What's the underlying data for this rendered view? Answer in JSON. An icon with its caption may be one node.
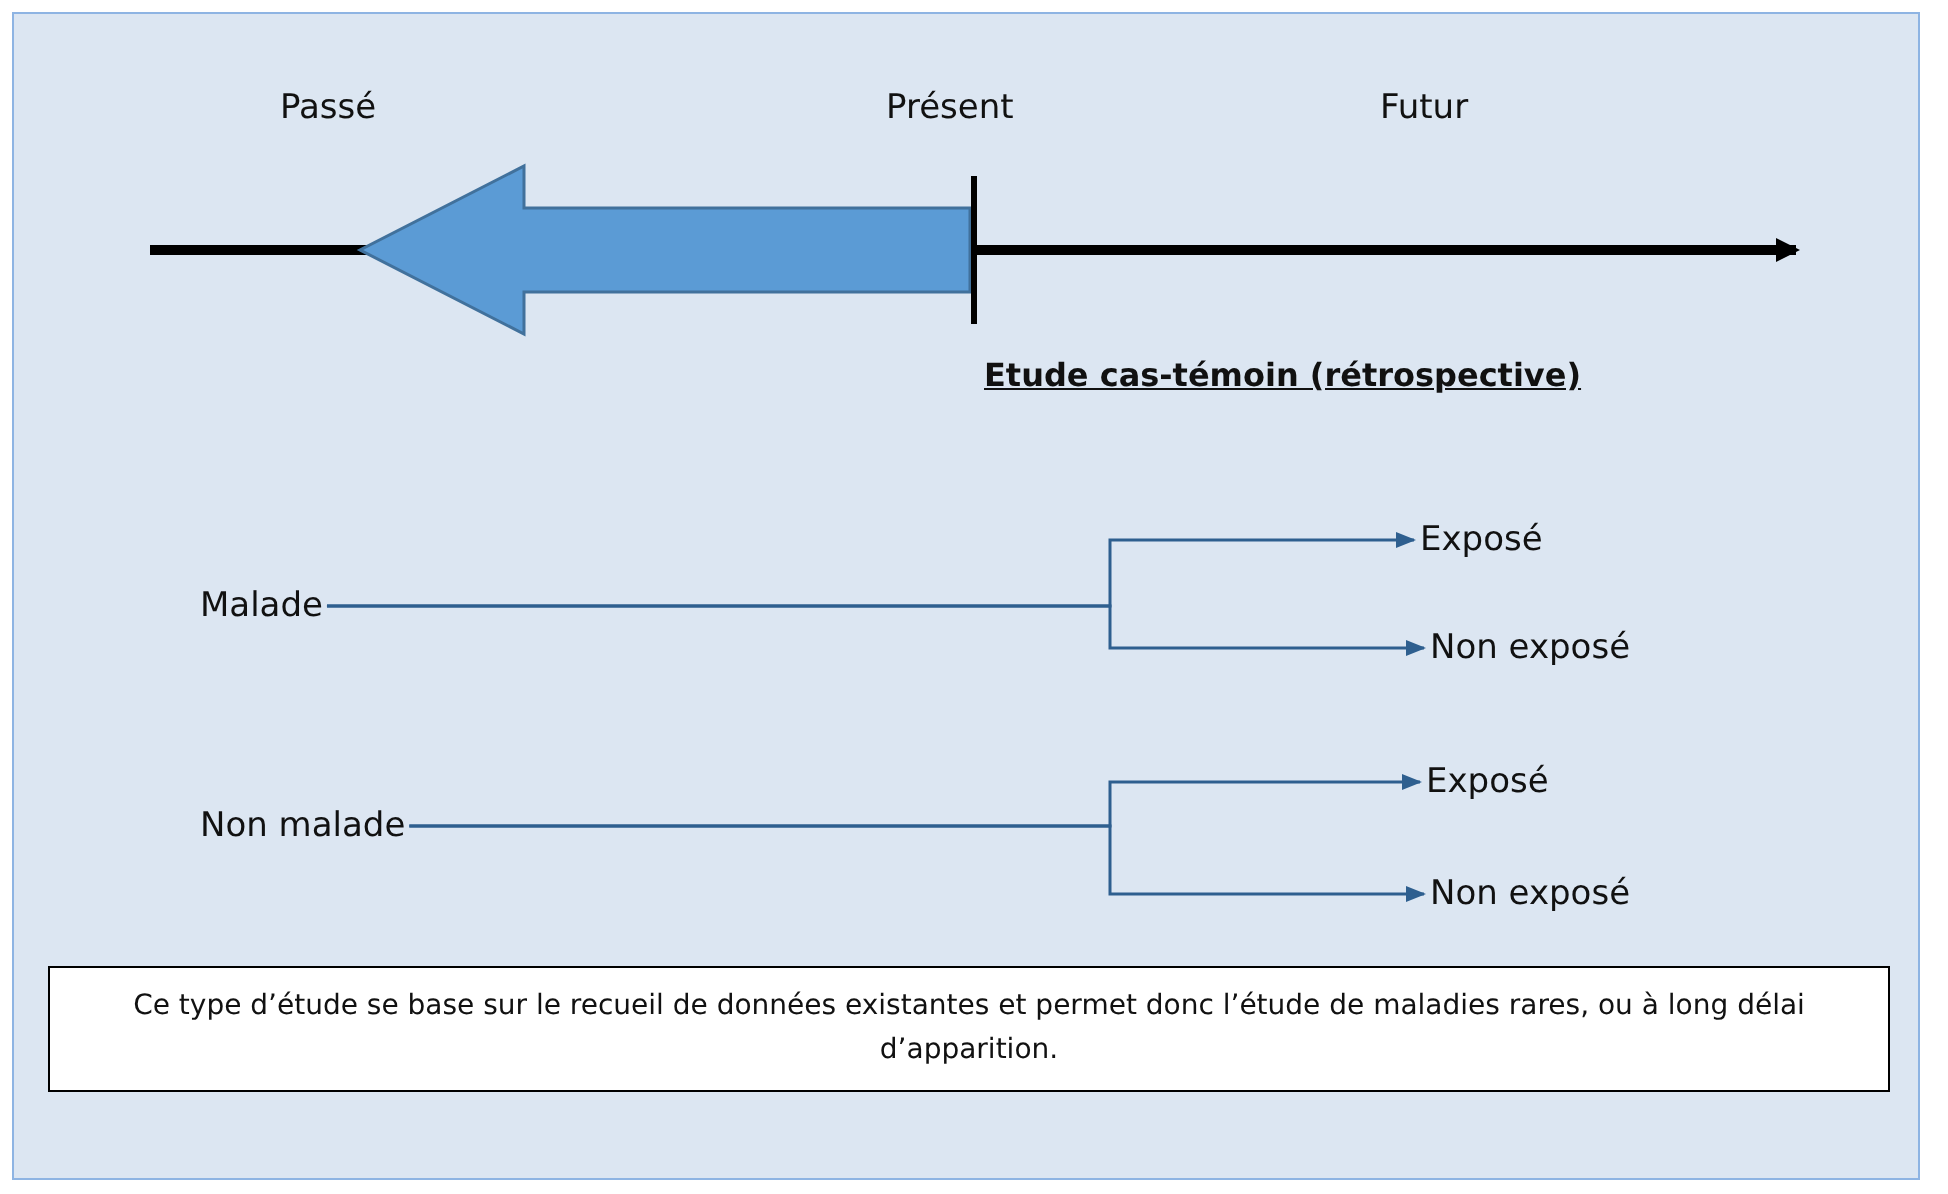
{
  "diagram": {
    "title": "Etude cas-témoin (rétrospective)",
    "nodes": [
      {
        "text": [
          "Malade"
        ]
      },
      {
        "text": [
          "Exposé"
        ]
      },
      {
        "text": [
          "Non exposé"
        ]
      },
      {
        "text": [
          "Non malade"
        ]
      },
      {
        "text": [
          "Exposé"
        ]
      },
      {
        "text": [
          "Non exposé"
        ]
      },
      {
        "text": [
          "Ce type d’étude se base sur le recueil de données existantes et permet donc l’étude de maladies rares, ou à long délai d’apparition."
        ]
      }
    ],
    "edges": [
      {
        "from": 0,
        "to": 1,
        "arrow": "to"
      },
      {
        "from": 0,
        "to": 2,
        "arrow": "to"
      },
      {
        "from": 3,
        "to": 4,
        "arrow": "to"
      },
      {
        "from": 3,
        "to": 5,
        "arrow": "to"
      }
    ],
    "labels": [
      "Passé",
      "Présent",
      "Futur"
    ]
  }
}
